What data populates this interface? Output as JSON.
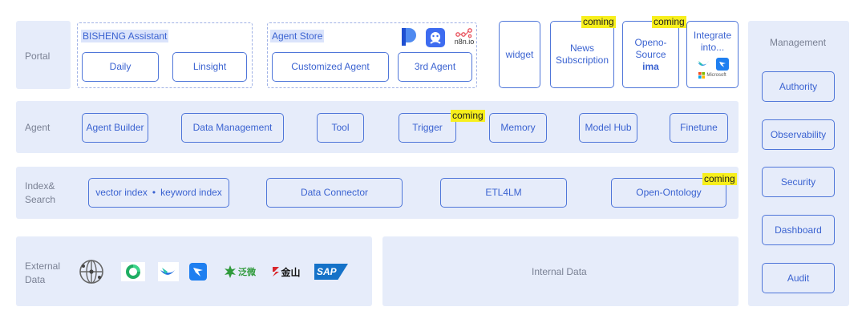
{
  "layers": {
    "portal": {
      "label": "Portal",
      "assistant_group": {
        "title": "BISHENG Assistant",
        "items": [
          "Daily",
          "Linsight"
        ]
      },
      "store_group": {
        "title": "Agent Store",
        "items": [
          "Customized Agent",
          "3rd Agent"
        ],
        "logo_n8n": "n8n.io"
      },
      "widget": "widget",
      "news": {
        "line1": "News",
        "line2": "Subscription",
        "badge": "coming"
      },
      "opensource": {
        "line1": "Openo-",
        "line2": "Source",
        "line3": "ima",
        "badge": "coming"
      },
      "integrate": {
        "line1": "Integrate",
        "line2": "into...",
        "microsoft": "Microsoft"
      }
    },
    "agent": {
      "label": "Agent",
      "items": [
        "Agent Builder",
        "Data Management",
        "Tool",
        "Trigger",
        "Memory",
        "Model Hub",
        "Finetune"
      ],
      "trigger_badge": "coming"
    },
    "index": {
      "label_line1": "Index&",
      "label_line2": "Search",
      "vector": "vector index",
      "separator": "•",
      "keyword": "keyword index",
      "items": [
        "Data Connector",
        "ETL4LM",
        "Open-Ontology"
      ],
      "ontology_badge": "coming"
    },
    "external": {
      "label_line1": "External",
      "label_line2": "Data",
      "logos": [
        "globe-icon",
        "feishu-icon",
        "lark-icon",
        "dingtalk-icon",
        "weaver-logo",
        "kingsoft-logo",
        "sap-logo"
      ],
      "weaver_text": "泛微",
      "kingsoft_text": "金山",
      "sap_text": "SAP"
    },
    "internal": {
      "label": "Internal Data"
    }
  },
  "management": {
    "title": "Management",
    "items": [
      "Authority",
      "Observability",
      "Security",
      "Dashboard",
      "Audit"
    ]
  },
  "colors": {
    "band": "#e6ecfa",
    "accent": "#3b63d1",
    "border": "#4f76d9",
    "badge": "#f7ef1c"
  }
}
